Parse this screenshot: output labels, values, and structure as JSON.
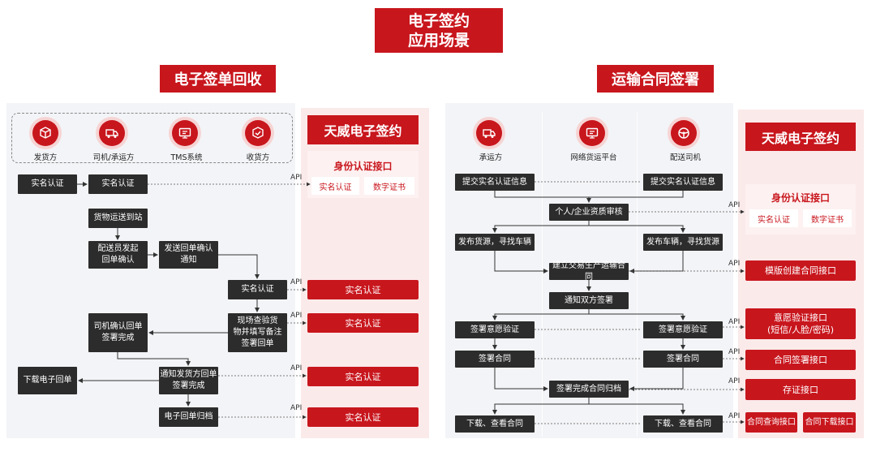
{
  "main_title": {
    "line1": "电子签约",
    "line2": "应用场景"
  },
  "left": {
    "section_title": "电子签单回收",
    "actors": [
      {
        "icon": "box-icon",
        "label": "发货方"
      },
      {
        "icon": "truck-icon",
        "label": "司机/承运方"
      },
      {
        "icon": "monitor-icon",
        "label": "TMS系统"
      },
      {
        "icon": "package-check-icon",
        "label": "收货方"
      }
    ],
    "steps": {
      "s1": "实名认证",
      "s2": "实名认证",
      "s3": "货物运送到站",
      "s4_line1": "配送员发起",
      "s4_line2": "回单确认",
      "s5_line1": "发送回单确认",
      "s5_line2": "通知",
      "s6": "实名认证",
      "s7_line1": "司机确认回单",
      "s7_line2": "签署完成",
      "s8_line1": "现场查验货",
      "s8_line2": "物并填写备注",
      "s8_line3": "签署回单",
      "s9": "下载电子回单",
      "s10_line1": "通知发货方回单",
      "s10_line2": "签署完成",
      "s11": "电子回单归档"
    },
    "provider": {
      "name": "天威电子签约",
      "id_api_title": "身份认证接口",
      "id_items": [
        "实名认证",
        "数字证书"
      ],
      "api_boxes": [
        "实名认证",
        "实名认证",
        "实名认证",
        "实名认证"
      ]
    },
    "api_label": "API"
  },
  "right": {
    "section_title": "运输合同签署",
    "actors": [
      {
        "icon": "truck-icon",
        "label": "承运方"
      },
      {
        "icon": "monitor-icon",
        "label": "网络货运平台"
      },
      {
        "icon": "steering-wheel-icon",
        "label": "配送司机"
      }
    ],
    "steps": {
      "a1": "提交实名认证信息",
      "a2": "提交实名认证信息",
      "b": "个人/企业资质审核",
      "c1": "发布货源，寻找车辆",
      "c2": "发布车辆，寻找货源",
      "d": "建立交易生产运输合同",
      "e": "通知双方签署",
      "f1": "签署意愿验证",
      "f2": "签署意愿验证",
      "g1": "签署合同",
      "g2": "签署合同",
      "h": "签署完成合同归档",
      "i1": "下载、查看合同",
      "i2": "下载、查看合同"
    },
    "provider": {
      "name": "天威电子签约",
      "id_api_title": "身份认证接口",
      "id_items": [
        "实名认证",
        "数字证书"
      ],
      "template_api": "模版创建合同接口",
      "will_api_line1": "意愿验证接口",
      "will_api_line2": "(短信/人脸/密码)",
      "sign_api": "合同签署接口",
      "store_api": "存证接口",
      "query_api": "合同查询接口",
      "download_api": "合同下载接口"
    },
    "api_label": "API"
  },
  "colors": {
    "brand_red": "#c8161d",
    "dark_box": "#2c2c2c",
    "panel_bg": "#f3f4f7",
    "pink_bg": "#fbeaea"
  }
}
